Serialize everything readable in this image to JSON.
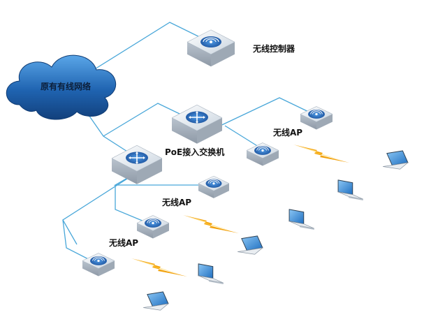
{
  "nodes": {
    "cloud": {
      "label": "原有有线网络"
    },
    "controller": {
      "label": "无线控制器"
    },
    "poe_switch": {
      "label": "PoE接入交换机"
    },
    "ap_upper": {
      "label": "无线AP"
    },
    "ap_middle": {
      "label": "无线AP"
    },
    "ap_lower": {
      "label": "无线AP"
    }
  },
  "icons": {
    "cloud": "cloud-icon",
    "controller": "wireless-controller-icon",
    "switch": "network-switch-icon",
    "access_point": "wireless-access-point-icon",
    "laptop": "laptop-icon",
    "signal": "lightning-bolt-icon"
  },
  "colors": {
    "link": "#49a7d9",
    "cloud": "#1e5fa8",
    "device_top": "#dfe6ee",
    "bolt": "#f2a20d",
    "laptop_screen": "#3b8ed6"
  }
}
